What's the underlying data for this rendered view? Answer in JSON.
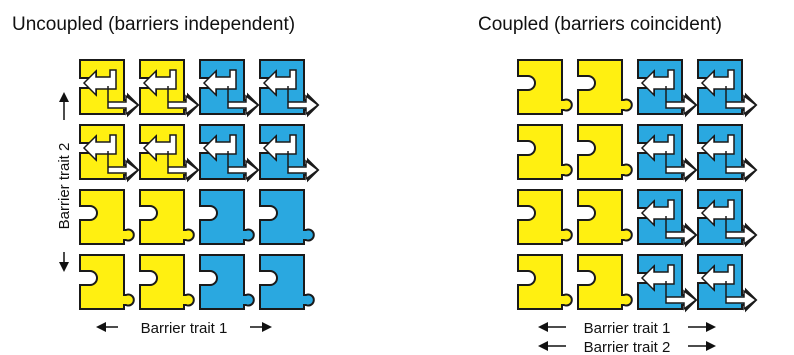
{
  "colors": {
    "yellow": "#FFF011",
    "blue": "#2AA8E0",
    "outline": "#1a1a1a",
    "arrow_fill": "#ffffff"
  },
  "panels": [
    {
      "id": "uncoupled",
      "title": "Uncoupled (barriers independent)",
      "grid": [
        [
          "yellow-ab",
          "yellow-ab",
          "blue-ab",
          "blue-ab"
        ],
        [
          "yellow-ab",
          "yellow-ab",
          "blue-ab",
          "blue-ab"
        ],
        [
          "yellow-plain",
          "yellow-plain",
          "blue-plain",
          "blue-plain"
        ],
        [
          "yellow-plain",
          "yellow-plain",
          "blue-plain",
          "blue-plain"
        ]
      ],
      "x_axis_label": "Barrier trait 1",
      "y_axis_label": "Barrier trait 2"
    },
    {
      "id": "coupled",
      "title": "Coupled (barriers coincident)",
      "grid": [
        [
          "yellow-plain",
          "yellow-plain",
          "blue-ab",
          "blue-ab"
        ],
        [
          "yellow-plain",
          "yellow-plain",
          "blue-ab",
          "blue-ab"
        ],
        [
          "yellow-plain",
          "yellow-plain",
          "blue-ab",
          "blue-ab"
        ],
        [
          "yellow-plain",
          "yellow-plain",
          "blue-ab",
          "blue-ab"
        ]
      ],
      "x_axis_labels": [
        "Barrier trait 1",
        "Barrier trait 2"
      ]
    }
  ]
}
